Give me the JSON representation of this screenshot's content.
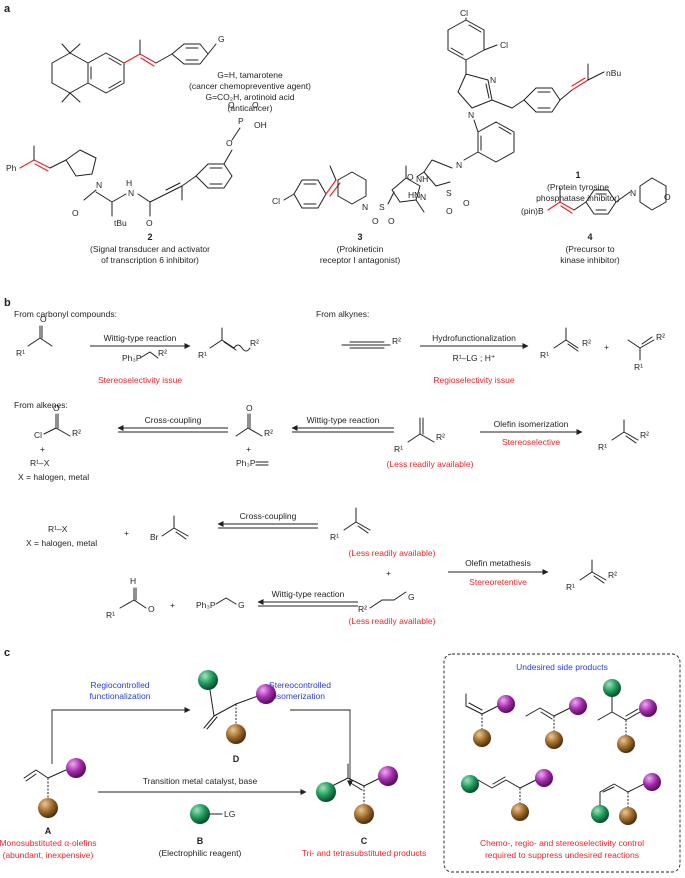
{
  "panels": {
    "a": "a",
    "b": "b",
    "c": "c"
  },
  "panel_a": {
    "tamarotene": {
      "lines": [
        "G=H, tamarotene",
        "(cancer chemopreventive agent)",
        "G=CO₂H, arotinoid acid",
        "(anticancer)"
      ],
      "atom_g": "G"
    },
    "compound1": {
      "number": "1",
      "lines": [
        "(Protein tyrosine",
        "phosphatase inhibitor)"
      ],
      "atoms": [
        "Cl",
        "Cl",
        "N",
        "N",
        "O",
        "N",
        "HN",
        "S",
        "O",
        "O",
        "nBu"
      ]
    },
    "compound2": {
      "number": "2",
      "lines": [
        "(Signal transducer and activator",
        "of transcription 6 inhibitor)"
      ],
      "atoms": [
        "Ph",
        "N",
        "O",
        "H",
        "N",
        "O",
        "tBu",
        "O",
        "O",
        "P",
        "O",
        "OH"
      ]
    },
    "compound3": {
      "number": "3",
      "lines": [
        "(Prokineticin",
        "receptor I antagonist)"
      ],
      "atoms": [
        "Cl",
        "N",
        "N",
        "NH",
        "S",
        "O",
        "O"
      ]
    },
    "compound4": {
      "number": "4",
      "lines": [
        "(Precursor to",
        "kinase inhibitor)"
      ],
      "atoms": [
        "(pin)B",
        "N",
        "O"
      ]
    }
  },
  "panel_b": {
    "carbonyl": {
      "heading": "From carbonyl compounds:",
      "reaction": "Wittig-type reaction",
      "reagent": "Ph₃P",
      "issue": "Stereoselectivity issue"
    },
    "alkynes": {
      "heading": "From alkynes:",
      "reaction": "Hydrofunctionalization",
      "reagent": "R¹–LG ; H⁺",
      "issue": "Regioselectivity issue",
      "plus": "+"
    },
    "alkenes": {
      "heading": "From alkenes:",
      "cross_coupling": "Cross-coupling",
      "wittig": "Wittig-type reaction",
      "isomerization": "Olefin isomerization",
      "stereoselective": "Stereoselective",
      "less_available": "(Less readily available)",
      "acid_chloride": "Cl",
      "r1x": "R¹–X",
      "x_def": "X = halogen, metal",
      "ylide": "Ph₃P",
      "plus": "+",
      "bromide": "Br",
      "metathesis": "Olefin metathesis",
      "stereoretentive": "Stereoretentive",
      "ylide_g": "Ph₃P",
      "g": "G"
    }
  },
  "panel_c": {
    "regio": [
      "Regiocontrolled",
      "functionalization"
    ],
    "stereo": [
      "Stereocontrolled",
      "isomerization"
    ],
    "catalyst": "Transition metal catalyst, base",
    "lg": "LG",
    "label_a": "A",
    "label_b": "B",
    "label_c": "C",
    "label_d": "D",
    "desc_a": [
      "Monosubstituted α-olefins",
      "(abundant, inexpensive)"
    ],
    "desc_b": "(Electrophilic reagent)",
    "desc_c": "Tri- and tetrasubstituted products",
    "side_title": "Undesired side products",
    "side_note": [
      "Chemo-, regio- and stereoselectivity control",
      "required to suppress undesired reactions"
    ]
  },
  "colors": {
    "text": "#231f20",
    "red": "#e8262b",
    "blue": "#2c3cd9",
    "sphere_green": "#1f9a5a",
    "sphere_purple": "#a22cab",
    "sphere_brown": "#9c6a2c"
  }
}
